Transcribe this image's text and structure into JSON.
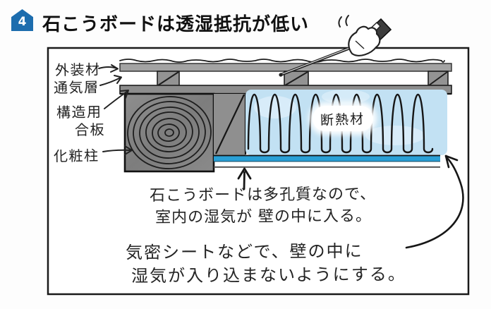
{
  "header": {
    "number": "4",
    "title": "石こうボードは透湿抵抗が低い"
  },
  "colors": {
    "accent_blue": "#1d6dae",
    "insulation_blue": "#c2e1f3",
    "sheet_blue": "#2aa0d6",
    "wood_gray": "#858585"
  },
  "diagram": {
    "part_labels": {
      "exterior": "外装材",
      "vent_layer": "通気層",
      "plywood_line1": "構造用",
      "plywood_line2": "合板",
      "post": "化粧柱",
      "insulation": "断熱材"
    },
    "annotations": {
      "gypsum_line1": "石こうボードは多孔質なので、",
      "gypsum_line2": "室内の湿気が 壁の中に入る。",
      "sheet_line1": "気密シートなどで、壁の中に",
      "sheet_line2": "湿気が入り込まないようにする。"
    }
  }
}
